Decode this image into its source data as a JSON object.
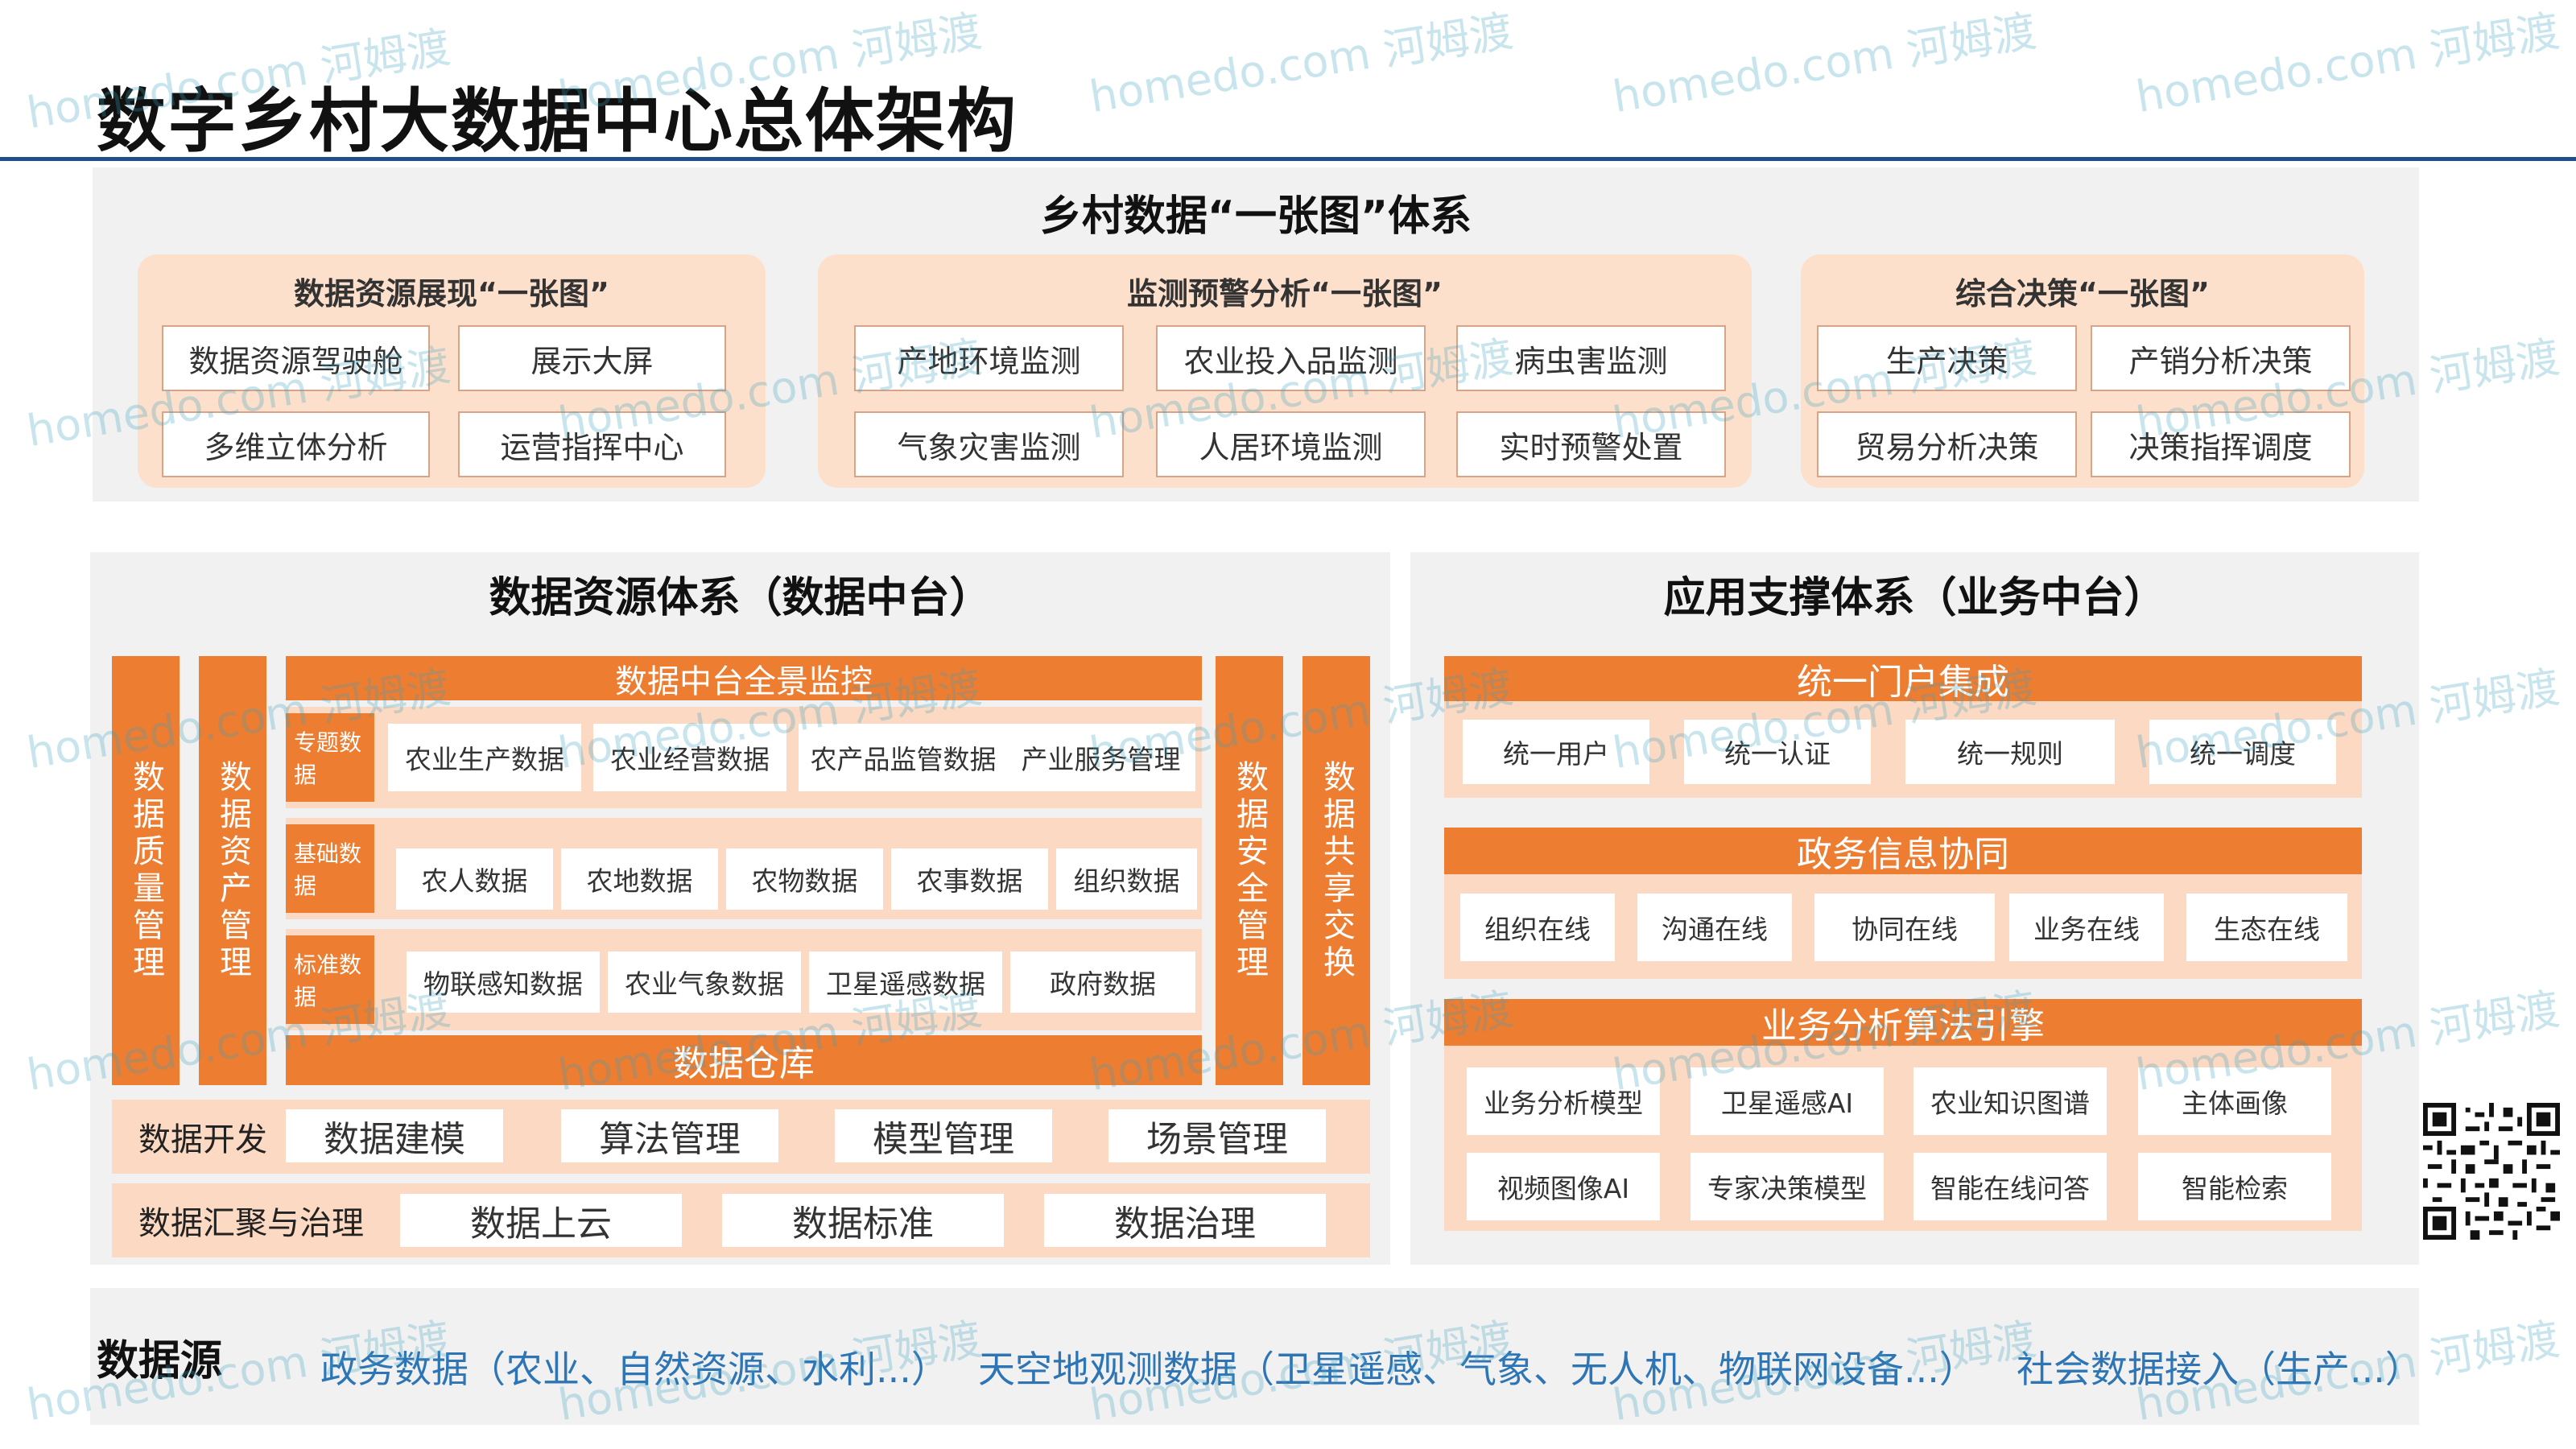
{
  "title": "数字乡村大数据中心总体架构",
  "top_panel": {
    "title": "乡村数据“一张图”体系",
    "groups": [
      {
        "title": "数据资源展现“一张图”",
        "items": [
          "数据资源驾驶舱",
          "展示大屏",
          "多维立体分析",
          "运营指挥中心"
        ]
      },
      {
        "title": "监测预警分析“一张图”",
        "items": [
          "产地环境监测",
          "农业投入品监测",
          "病虫害监测",
          "气象灾害监测",
          "人居环境监测",
          "实时预警处置"
        ]
      },
      {
        "title": "综合决策“一张图”",
        "items": [
          "生产决策",
          "产销分析决策",
          "贸易分析决策",
          "决策指挥调度"
        ]
      }
    ]
  },
  "data_panel": {
    "title": "数据资源体系（数据中台）",
    "left_bars": [
      "数据质量管理",
      "数据资产管理"
    ],
    "right_bars": [
      "数据安全管理",
      "数据共享交换"
    ],
    "top_header": "数据中台全景监控",
    "rows": [
      {
        "label": "专题数据",
        "items": [
          "农业生产数据",
          "农业经营数据",
          "农产品监管数据",
          "产业服务管理"
        ]
      },
      {
        "label": "基础数据",
        "items": [
          "农人数据",
          "农地数据",
          "农物数据",
          "农事数据",
          "组织数据"
        ]
      },
      {
        "label": "标准数据",
        "items": [
          "物联感知数据",
          "农业气象数据",
          "卫星遥感数据",
          "政府数据"
        ]
      }
    ],
    "warehouse": "数据仓库",
    "dev": {
      "label": "数据开发",
      "items": [
        "数据建模",
        "算法管理",
        "模型管理",
        "场景管理"
      ]
    },
    "gov": {
      "label": "数据汇聚与治理",
      "items": [
        "数据上云",
        "数据标准",
        "数据治理"
      ]
    }
  },
  "app_panel": {
    "title": "应用支撑体系（业务中台）",
    "sections": [
      {
        "header": "统一门户集成",
        "rows": [
          [
            "统一用户",
            "统一认证",
            "统一规则",
            "统一调度"
          ]
        ]
      },
      {
        "header": "政务信息协同",
        "rows": [
          [
            "组织在线",
            "沟通在线",
            "协同在线",
            "业务在线",
            "生态在线"
          ]
        ]
      },
      {
        "header": "业务分析算法引擎",
        "rows": [
          [
            "业务分析模型",
            "卫星遥感AI",
            "农业知识图谱",
            "主体画像"
          ],
          [
            "视频图像AI",
            "专家决策模型",
            "智能在线问答",
            "智能检索"
          ]
        ]
      }
    ]
  },
  "data_source": {
    "label": "数据源",
    "items": [
      "政务数据（农业、自然资源、水利...）",
      "天空地观测数据（卫星遥感、气象、无人机、物联网设备...）",
      "社会数据接入（生产...）"
    ]
  },
  "watermark": {
    "site": "homedo.com",
    "brand": "河姆渡"
  }
}
